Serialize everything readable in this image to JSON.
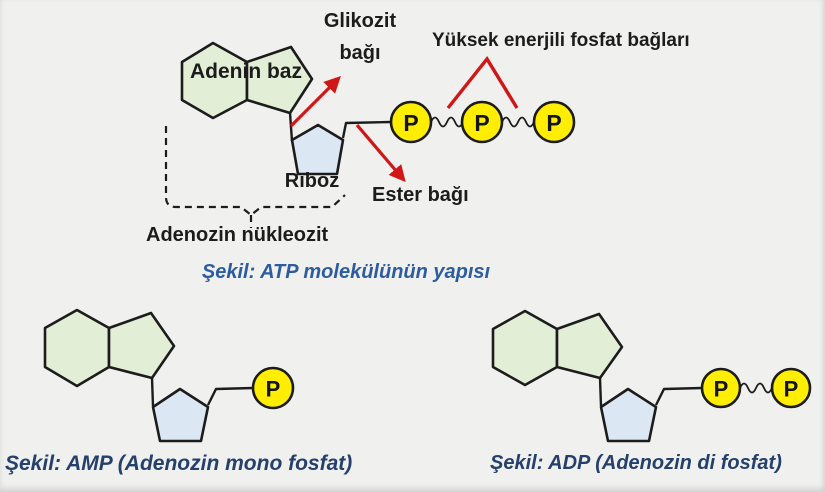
{
  "colors": {
    "bg": "#f0f0ef",
    "green": "#e3eed6",
    "blue": "#dbe7f3",
    "yellow": "#ffee00",
    "ink": "#1c1c1c",
    "red": "#d01616",
    "caption-blue": "#2d5d9f",
    "caption-navy": "#24406b"
  },
  "atp": {
    "adenine_label": "Adenin baz",
    "ribose_label": "Rıboz",
    "phosphate_letter": "P",
    "phosphate_count": 3,
    "bond_labels": {
      "glycosidic_line1": "Glikozit",
      "glycosidic_line2": "bağı",
      "high_energy_phosphate": "Yüksek enerjili fosfat bağları",
      "ester": "Ester bağı"
    },
    "nucleoside_label": "Adenozin nükleozit",
    "caption": "Şekil: ATP molekülünün yapısı"
  },
  "amp": {
    "phosphate_letter": "P",
    "phosphate_count": 1,
    "caption": "Şekil: AMP (Adenozin mono fosfat)"
  },
  "adp": {
    "phosphate_letter": "P",
    "phosphate_count": 2,
    "caption": "Şekil: ADP (Adenozin di fosfat)"
  }
}
